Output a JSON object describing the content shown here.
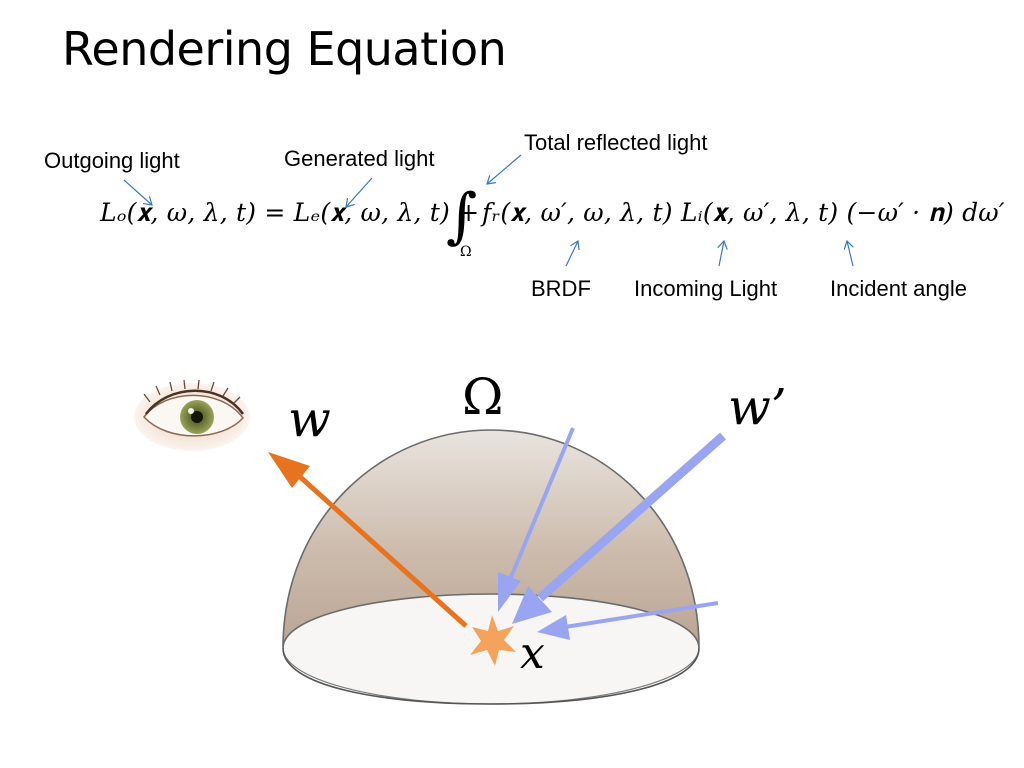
{
  "title": "Rendering Equation",
  "callouts": {
    "outgoing": "Outgoing light",
    "generated": "Generated light",
    "total_reflected": "Total reflected light",
    "brdf": "BRDF",
    "incoming": "Incoming Light",
    "incident_angle": "Incident angle"
  },
  "equation": {
    "lhs": "Lₒ(𝐱, ω, λ, t) = Lₑ(𝐱, ω, λ, t) + ",
    "integral_symbol": "∫",
    "integral_domain": "Ω",
    "rhs": "fᵣ(𝐱, ω′, ω, λ, t) Lᵢ(𝐱, ω′, λ, t) (−ω′ · 𝐧) dω′"
  },
  "diagram": {
    "omega_label": "Ω",
    "w_label": "w",
    "w_prime_label": "w’",
    "x_label": "x",
    "colors": {
      "outgoing_arrow": "#e8731e",
      "incoming_arrow": "#9aa5f2",
      "star": "#f4a35c",
      "callout_arrow": "#3a78c3"
    }
  }
}
